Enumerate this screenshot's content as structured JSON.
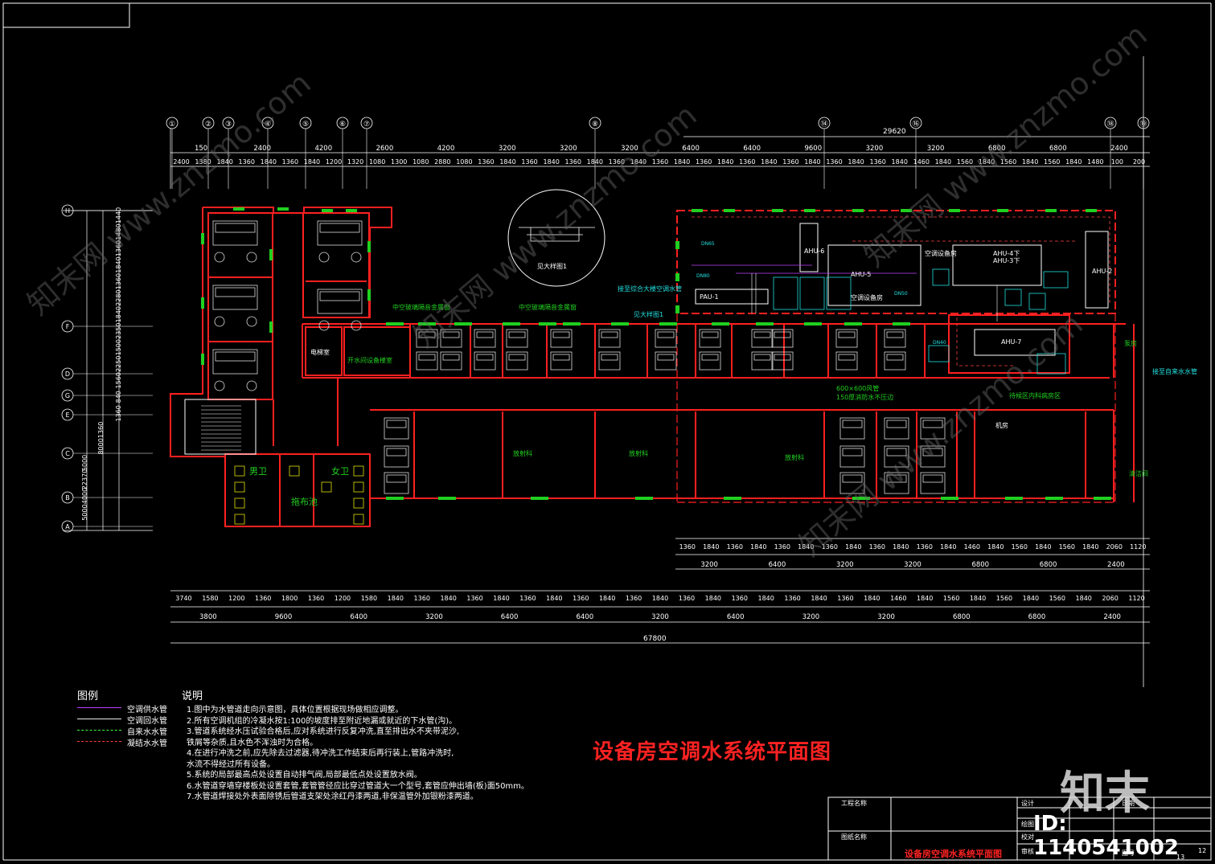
{
  "drawing": {
    "title": "设备房空调水系统平面图",
    "overall_dimension": "67800",
    "top_span_dimension": "29620",
    "axis_top_labels": [
      "①",
      "②",
      "③",
      "④",
      "⑤",
      "⑥",
      "⑦",
      "⑧",
      "⑭",
      "⑯",
      "⑱",
      "⑲"
    ],
    "axis_left_labels": [
      "H",
      "F",
      "D",
      "G",
      "E",
      "C",
      "B",
      "A"
    ],
    "dim_top_row1": [
      "150",
      "2400",
      "4200",
      "2600",
      "4200",
      "3200",
      "3200",
      "3200",
      "6400",
      "6400",
      "9600",
      "3200",
      "3200",
      "6800",
      "6800",
      "2400"
    ],
    "dim_top_row2": [
      "2400",
      "1380",
      "1840",
      "1360",
      "1840",
      "1360",
      "1840",
      "1200",
      "1320",
      "1080",
      "1300",
      "1080",
      "2880",
      "1080",
      "1360",
      "1840",
      "1360",
      "1840",
      "1360",
      "1840",
      "1360",
      "1840",
      "1360",
      "1840",
      "1360",
      "1840",
      "1360",
      "1840",
      "1360",
      "1840",
      "1360",
      "1840",
      "1360",
      "1840",
      "1460",
      "1840",
      "1560",
      "1840",
      "1560",
      "1840",
      "1560",
      "1840",
      "1480",
      "100",
      "200"
    ],
    "dim_bottom_row1": [
      "3740",
      "1580",
      "1200",
      "1360",
      "1800",
      "1360",
      "1200",
      "1580",
      "1840",
      "1360",
      "1840",
      "1360",
      "1840",
      "1360",
      "1840",
      "1360",
      "1840",
      "1360",
      "1840",
      "1360",
      "1840",
      "1360",
      "1840",
      "1360",
      "1840",
      "1360",
      "1840",
      "1460",
      "1840",
      "1560",
      "1840",
      "1560",
      "1840",
      "1560",
      "1840",
      "2060",
      "1120"
    ],
    "dim_bottom_row2": [
      "3800",
      "9600",
      "6400",
      "3200",
      "6400",
      "6400",
      "3200",
      "6400",
      "3200",
      "3200",
      "6800",
      "6800",
      "2400"
    ],
    "dim_mid_row1": [
      "1360",
      "1840",
      "1360",
      "1840",
      "1360",
      "1840",
      "1360",
      "1840",
      "1360",
      "1840",
      "1360",
      "1840",
      "1460",
      "1840",
      "1560",
      "1840",
      "1560",
      "1840",
      "2060",
      "1120"
    ],
    "dim_mid_row2": [
      "3200",
      "6400",
      "3200",
      "3200",
      "6800",
      "6800",
      "2400"
    ],
    "dim_left": [
      "1440",
      "1480",
      "1360",
      "1840",
      "1360",
      "2280",
      "1840",
      "2350",
      "1500",
      "2250",
      "1560",
      "840",
      "1360",
      "1360",
      "8000",
      "5000",
      "22370",
      "4000",
      "5000"
    ],
    "room_labels": {
      "electrical": "电梯室",
      "boiling": "开水间设备楼室",
      "corridor_top1": "中空玻璃隔音金属窗",
      "corridor_top2": "中空玻璃隔音金属窗",
      "detail_ref": "见大样图1",
      "detail_ref2": "见大样图1",
      "detail_title": "见大样图1",
      "pipe_note": "接至综合大楼空调水管",
      "ac_room": "空调设备房",
      "ac_room2": "空调设备房",
      "pump_room": "泵房",
      "duct_note1": "600×600风管",
      "duct_note2": "150厚消防水不压边",
      "public_area": "待候区内科病房区",
      "connect_water": "接至自来水水管",
      "radiology1": "放射科",
      "radiology2": "放射科",
      "radiology3": "放射科",
      "machine": "机房",
      "mens": "男卫",
      "womens": "女卫",
      "janitor": "拖布池",
      "cleaning": "清洁间"
    },
    "equipment": [
      "PAU-1",
      "AHU-6",
      "AHU-5",
      "AHU-4下",
      "AHU-3下",
      "AHU-2",
      "AHU-7",
      "DN65",
      "DN50",
      "DN80",
      "DN40"
    ]
  },
  "legend": {
    "title": "图例",
    "items": [
      {
        "label": "空调供水管",
        "color": "#c040ff",
        "style": "solid"
      },
      {
        "label": "空调回水管",
        "color": "#e8e8e8",
        "style": "solid"
      },
      {
        "label": "自来水水管",
        "color": "#40ff40",
        "style": "dashed"
      },
      {
        "label": "凝结水水管",
        "color": "#ff4040",
        "style": "dashdot"
      }
    ]
  },
  "notes": {
    "title": "说明",
    "items": [
      "1.图中为水管道走向示意图，具体位置根据现场做相应调整。",
      "2.所有空调机组的冷凝水按1:100的坡度排至附近地漏或就近的下水管(沟)。",
      "3.管道系统经水压试验合格后,应对系统进行反复冲洗,直至排出水不夹带泥沙,",
      "   铁屑等杂质,且水色不浑浊时为合格。",
      "4.在进行冲洗之前,应先除去过滤器,待冲洗工作结束后再行装上,管路冲洗时,",
      "   水流不得经过所有设备。",
      "5.系统的局部最高点处设置自动排气阀,局部最低点处设置放水阀。",
      "6.水管道穿墙穿楼板处设置套管,套管管径应比穿过管道大一个型号,套管应伸出墙(板)面50mm。",
      "7.水管道焊接处外表面除锈后管道支架处涂红丹漆两道,非保温管外加银粉漆两道。"
    ]
  },
  "title_block": {
    "project_label": "工程名称",
    "drawing_label": "图纸名称",
    "drawing_name": "设备房空调水系统平面图",
    "design_label": "设计",
    "draw_label": "绘图",
    "check_label": "校对",
    "review_label": "审核",
    "date_label": "日期",
    "number_label": "图号",
    "page": "12",
    "total": "13"
  },
  "watermark": {
    "logo": "知末",
    "id": "ID: 1140541002",
    "diag": "知末网 www.znzmo.com"
  },
  "colors": {
    "wall": "#ff2020",
    "window": "#20d020",
    "text": "#ffffff",
    "furniture": "#e0e0e0",
    "equipment": "#20e0e0"
  }
}
